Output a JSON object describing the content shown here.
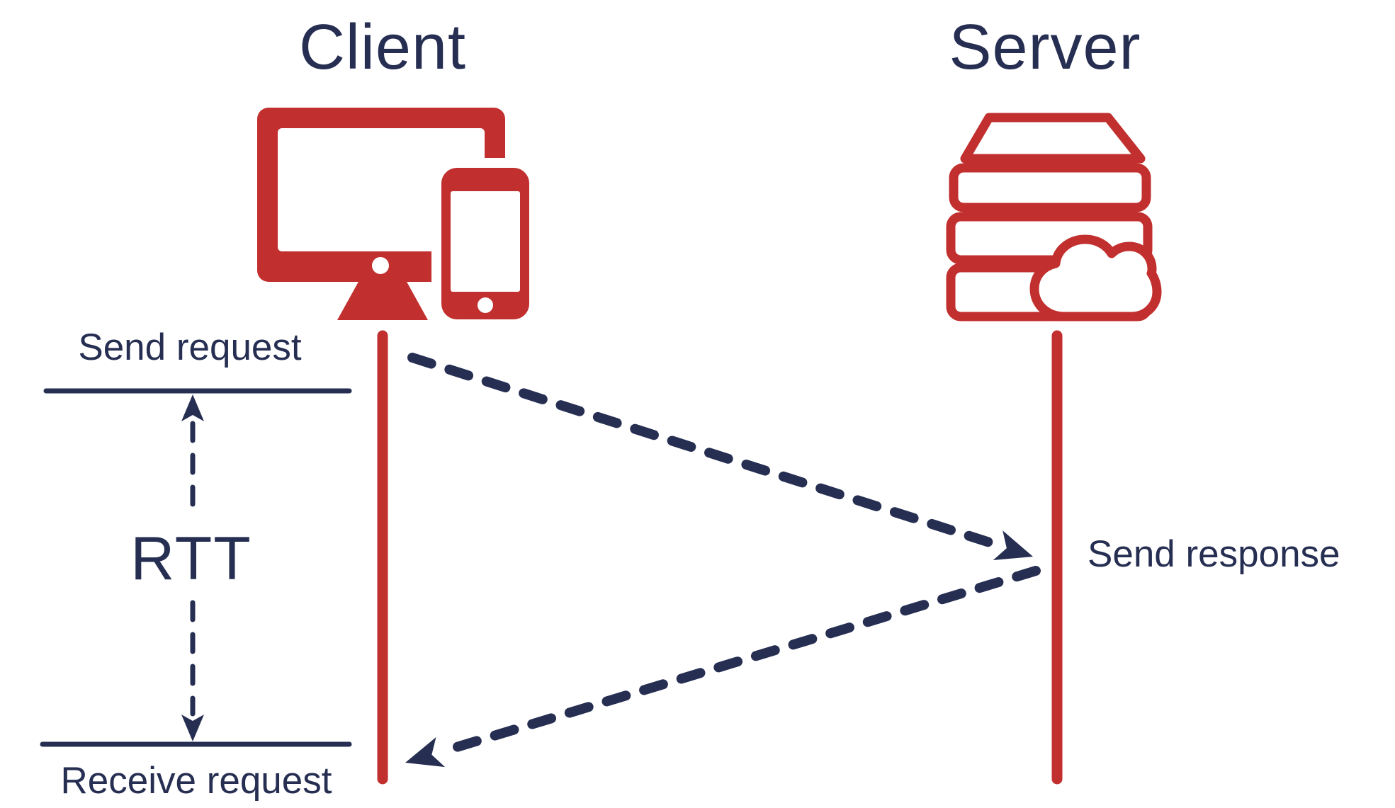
{
  "diagram": {
    "type": "sequence-diagram",
    "client": {
      "title": "Client",
      "icon": "desktop-and-smartphone-icon"
    },
    "server": {
      "title": "Server",
      "icon": "server-stack-with-cloud-icon"
    },
    "events": {
      "send_request": "Send request",
      "receive_request": "Receive request",
      "send_response": "Send response"
    },
    "measurement": {
      "label": "RTT"
    },
    "colors": {
      "red": "#c22f2f",
      "navy": "#262e52",
      "background": "#ffffff"
    }
  }
}
